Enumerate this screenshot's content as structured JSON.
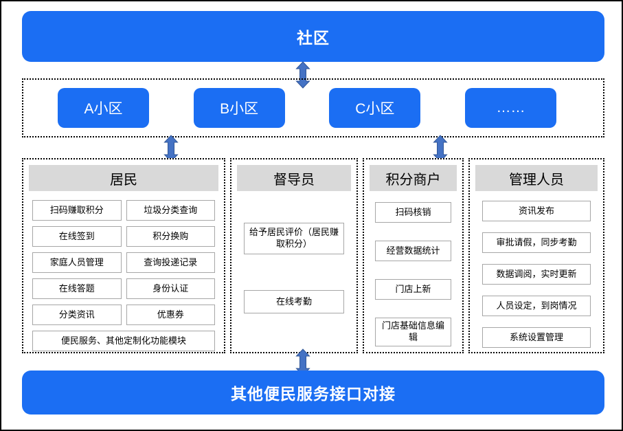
{
  "top": {
    "label": "社区"
  },
  "districts": {
    "items": [
      "A小区",
      "B小区",
      "C小区",
      "……"
    ]
  },
  "residents": {
    "title": "居民",
    "left_items": [
      "扫码赚取积分",
      "在线签到",
      "家庭人员管理",
      "在线答题",
      "分类资讯"
    ],
    "right_items": [
      "垃圾分类查询",
      "积分换购",
      "查询投递记录",
      "身份认证",
      "优惠券"
    ],
    "full_item": "便民服务、其他定制化功能模块"
  },
  "supervisor": {
    "title": "督导员",
    "items": [
      "给予居民评价（居民赚取积分）",
      "在线考勤"
    ]
  },
  "merchant": {
    "title": "积分商户",
    "items": [
      "扫码核销",
      "经营数据统计",
      "门店上新",
      "门店基础信息编辑"
    ]
  },
  "admin": {
    "title": "管理人员",
    "items": [
      "资讯发布",
      "审批请假，同步考勤",
      "数据调阅，实时更新",
      "人员设定，到岗情况",
      "系统设置管理"
    ]
  },
  "bottom": {
    "label": "其他便民服务接口对接"
  },
  "colors": {
    "primary_blue": "#1b6ef3",
    "arrow_fill": "#4472c4",
    "arrow_stroke": "#2f5597",
    "header_gray": "#d9d9d9"
  }
}
